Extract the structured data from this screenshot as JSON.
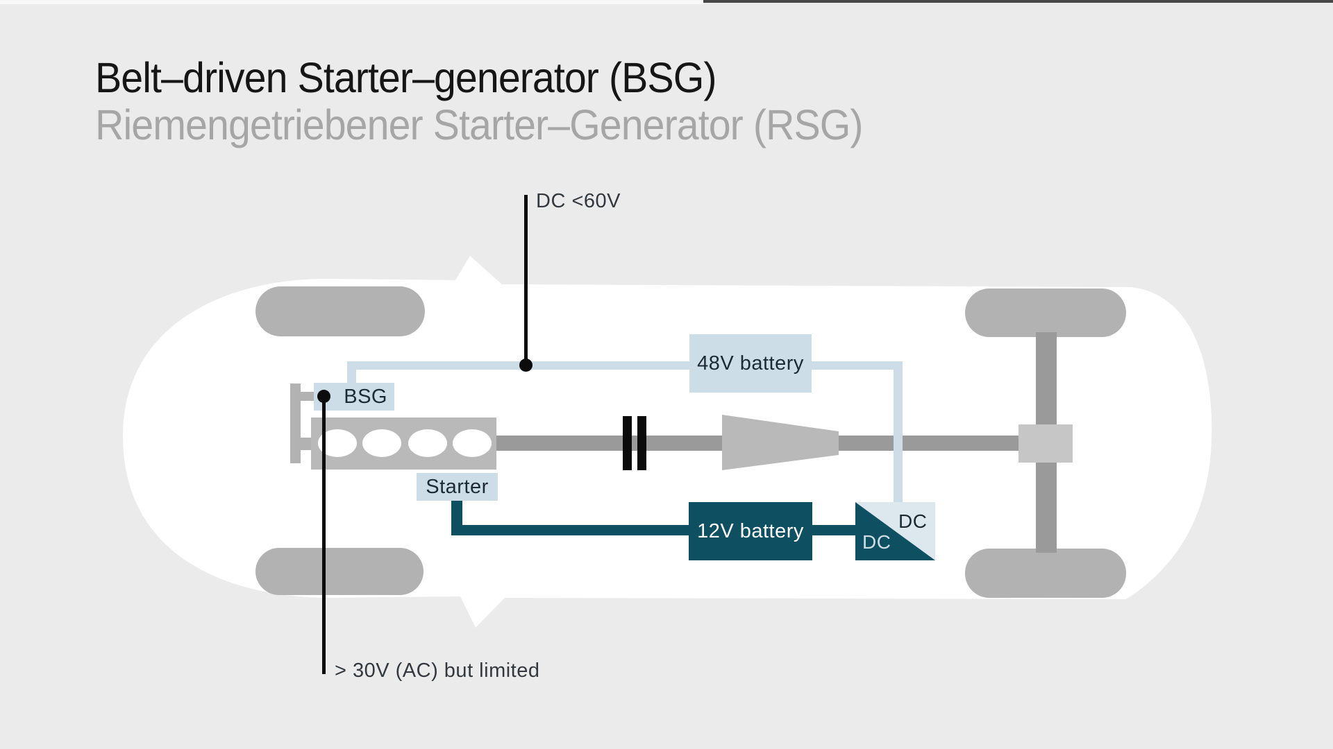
{
  "page": {
    "title": "Belt–driven Starter–generator (BSG)",
    "subtitle": "Riemengetriebener Starter–Generator (RSG)"
  },
  "diagram": {
    "view": "top view of car chassis with belt-driven starter-generator powertrain",
    "labels": {
      "bsg": "BSG",
      "starter": "Starter",
      "battery_48v": "48V battery",
      "battery_12v": "12V battery",
      "dcdc_high": "DC",
      "dcdc_low": "DC",
      "voltage_note_top": "DC <60V",
      "voltage_note_bottom": "> 30V (AC) but limited"
    },
    "components": [
      "car-body",
      "side-mirror-top",
      "side-mirror-bottom",
      "front-wheel-top",
      "front-wheel-bottom",
      "rear-wheel-top",
      "rear-wheel-bottom",
      "belt-drive-pulley",
      "engine-4-cylinder",
      "clutch",
      "transmission",
      "drive-shaft",
      "differential",
      "rear-axle",
      "dc-dc-converter"
    ]
  },
  "colors": {
    "bg": "#ebebeb",
    "car-body": "#ffffff",
    "wheel": "#b2b2b2",
    "block": "#b9b9b9",
    "shaft": "#9a9a9a",
    "differential": "#c6c6c6",
    "clutch": "#0b0b0b",
    "net-48v": "#ccdde8",
    "net-48v-light": "#dde8ee",
    "net-12v": "#0f4f62",
    "label-text": "#1c2b33",
    "label-text-light": "#cfdde5",
    "annotation": "#32383d",
    "annotation-line": "#0c0c0c",
    "title": "#161616",
    "subtitle": "#a6a6a6",
    "top-strip": "#474747",
    "top-strip-left": "#f8f8f8"
  }
}
